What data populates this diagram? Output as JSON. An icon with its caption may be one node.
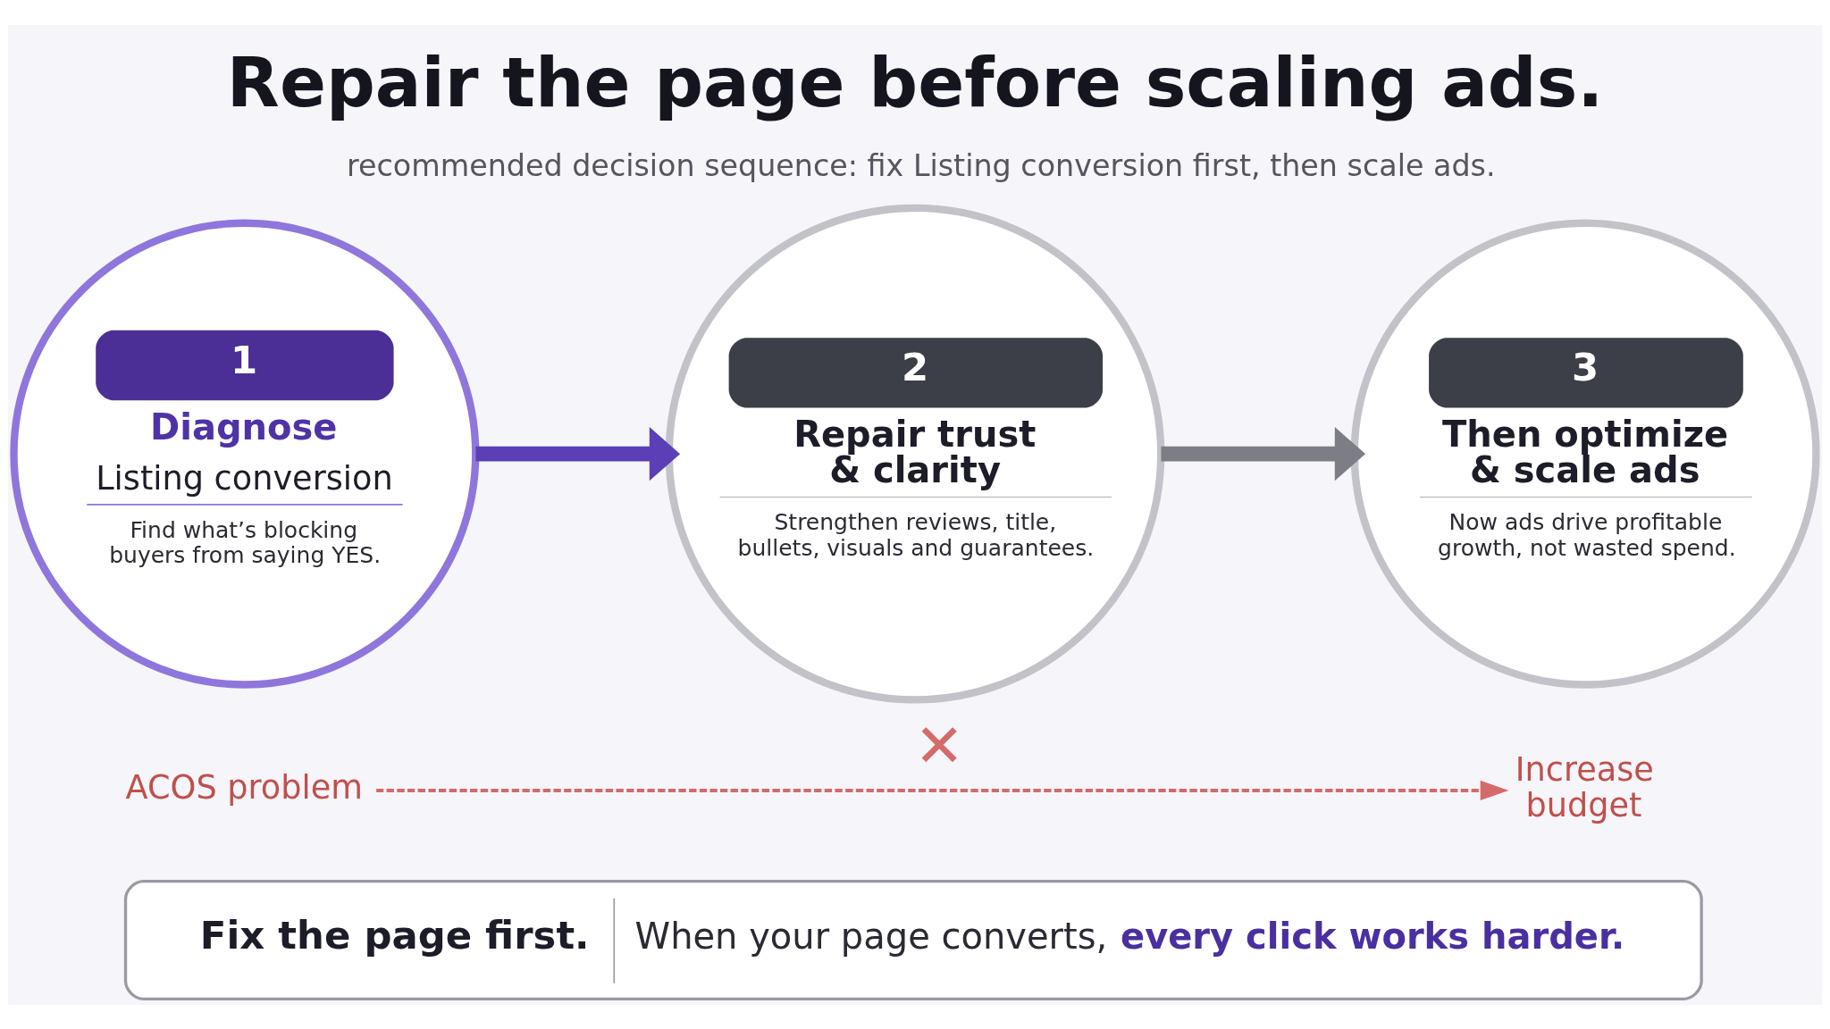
{
  "diagram": {
    "title": "Repair the page before scaling ads.",
    "caption": "recommended decision sequence: fix Listing conversion first, then scale ads.",
    "nodes": [
      {
        "text": [
          "1",
          "Diagnose",
          "Listing conversion",
          "Find what’s blocking buyers from saying YES."
        ]
      },
      {
        "text": [
          "2",
          "Repair trust & clarity",
          "Strengthen reviews, title, bullets, visuals and guarantees."
        ]
      },
      {
        "text": [
          "3",
          "Then optimize & scale ads",
          "Now ads drive profitable growth, not wasted spend."
        ]
      },
      {
        "text": [
          "ACOS problem"
        ]
      },
      {
        "text": [
          "Increase budget"
        ]
      },
      {
        "text": [
          "Fix the page first.",
          "When your page converts, **every click works harder.**"
        ]
      }
    ],
    "edges": [
      {
        "from": 0,
        "to": 1,
        "arrow": "to",
        "color": "#5b3fb6"
      },
      {
        "from": 1,
        "to": 2,
        "arrow": "to",
        "color": "#7d7d86"
      },
      {
        "from": 3,
        "to": 4,
        "arrow": "to",
        "style": "dashed",
        "color": "#d46a6a",
        "label": "✕"
      }
    ]
  }
}
